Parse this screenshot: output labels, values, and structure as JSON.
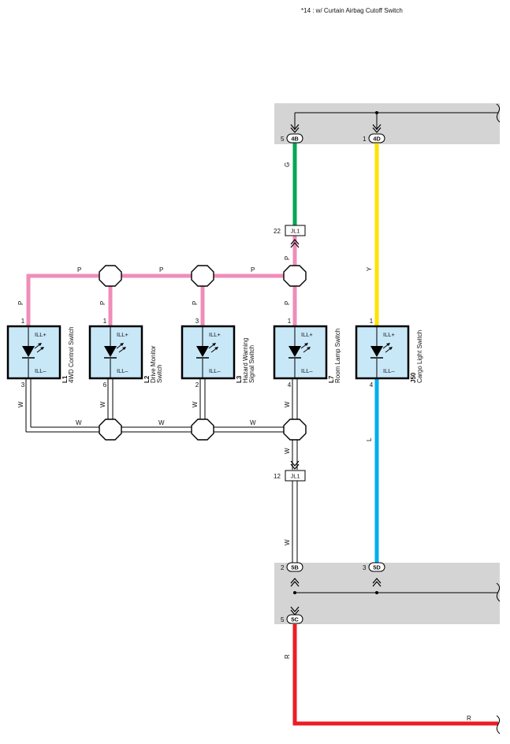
{
  "note": "*14 : w/ Curtain Airbag Cutoff Switch",
  "components": [
    {
      "code": "L1",
      "name": "4WD Control Switch",
      "pin_in": "1",
      "pin_out": "3",
      "plus": "ILL+",
      "minus": "ILL–"
    },
    {
      "code": "L2",
      "name": "Drive Monitor Switch",
      "pin_in": "1",
      "pin_out": "6",
      "plus": "ILL+",
      "minus": "ILL–"
    },
    {
      "code": "L3",
      "name": "Hazard Warning Signal Switch",
      "pin_in": "3",
      "pin_out": "2",
      "plus": "ILL+",
      "minus": "ILL–"
    },
    {
      "code": "L7",
      "name": "Room Lamp Switch",
      "pin_in": "1",
      "pin_out": "4",
      "plus": "ILL+",
      "minus": "ILL–"
    },
    {
      "code": "J50",
      "name": "Cargo Light Switch",
      "pin_in": "1",
      "pin_out": "4",
      "plus": "ILL+",
      "minus": "ILL–"
    }
  ],
  "connectors": {
    "c4b": {
      "pin": "5",
      "name": "4B"
    },
    "c4d": {
      "pin": "1",
      "name": "4D"
    },
    "jl1_top": {
      "pin": "22",
      "name": "JL1"
    },
    "jl1_bot": {
      "pin": "12",
      "name": "JL1"
    },
    "c5b": {
      "pin": "2",
      "name": "5B"
    },
    "c5d": {
      "pin": "3",
      "name": "5D"
    },
    "c5c": {
      "pin": "5",
      "name": "5C"
    }
  },
  "wire_colors": {
    "g": "G",
    "p_vertical_junction": "P",
    "p_h1": "P",
    "p_h2": "P",
    "p_h3": "P",
    "p_v_l1": "P",
    "p_v_l2": "P",
    "p_v_l3": "P",
    "p_v_l7": "P",
    "y": "Y",
    "w_v_l1": "W",
    "w_v_l2": "W",
    "w_v_l3": "W",
    "w_v_l7": "W",
    "w_h1": "W",
    "w_h2": "W",
    "w_h3": "W",
    "w_down": "W",
    "w_jl1": "W",
    "l": "L",
    "r_v": "R",
    "r_h": "R"
  },
  "colors": {
    "green": "#00a651",
    "pink": "#f08cba",
    "yellow": "#ffe200",
    "blue": "#00aeef",
    "red": "#ed1c24",
    "box_fill": "#c8e8f8",
    "gray_block": "#d4d4d4"
  }
}
